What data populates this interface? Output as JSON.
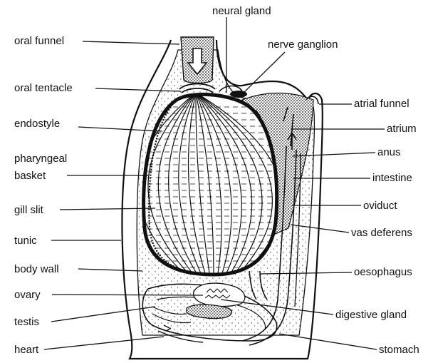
{
  "diagram": {
    "labels": {
      "neural_gland": "neural gland",
      "oral_funnel": "oral funnel",
      "nerve_ganglion": "nerve ganglion",
      "oral_tentacle": "oral tentacle",
      "atrial_funnel": "atrial funnel",
      "endostyle": "endostyle",
      "atrium": "atrium",
      "anus": "anus",
      "pharyngeal": "pharyngeal",
      "basket": "basket",
      "intestine": "intestine",
      "gill_slit": "gill slit",
      "oviduct": "oviduct",
      "tunic": "tunic",
      "vas_deferens": "vas deferens",
      "body_wall": "body wall",
      "oesophagus": "oesophagus",
      "ovary": "ovary",
      "digestive_gland": "digestive gland",
      "testis": "testis",
      "heart": "heart",
      "stomach": "stomach"
    },
    "colors": {
      "ink": "#111111",
      "paper": "#ffffff"
    }
  }
}
